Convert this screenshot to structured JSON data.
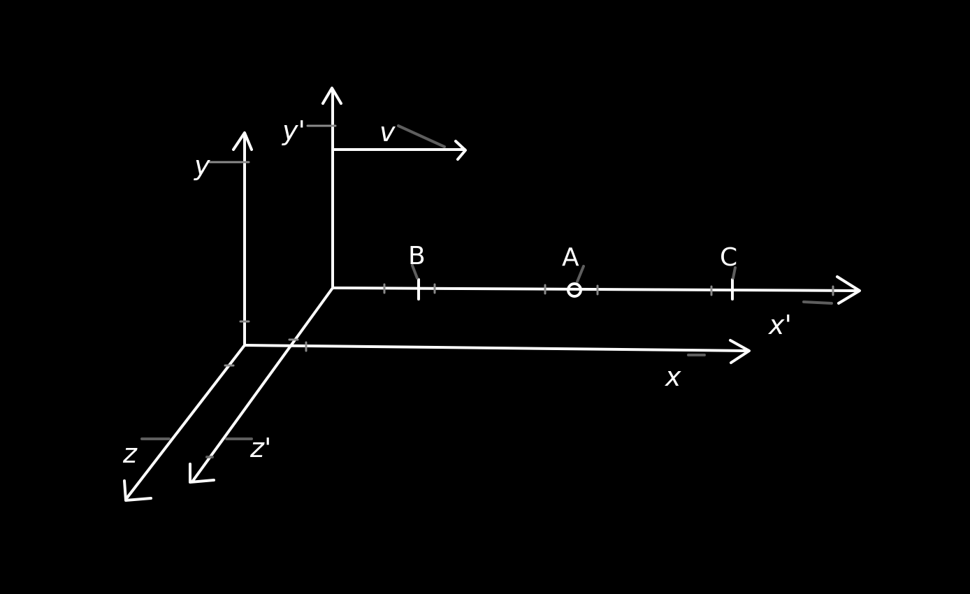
{
  "diagram": {
    "background_color": "#000000",
    "stroke_color": "#ffffff",
    "frames": [
      {
        "id": "S",
        "axis_labels": {
          "x": "x",
          "y": "y",
          "z": "z"
        }
      },
      {
        "id": "S_prime",
        "axis_labels": {
          "x": "x'",
          "y": "y'",
          "z": "z'"
        },
        "velocity_label": "v"
      }
    ],
    "points": [
      {
        "label": "B",
        "marker": "tick"
      },
      {
        "label": "A",
        "marker": "circle"
      },
      {
        "label": "C",
        "marker": "tick"
      }
    ]
  }
}
